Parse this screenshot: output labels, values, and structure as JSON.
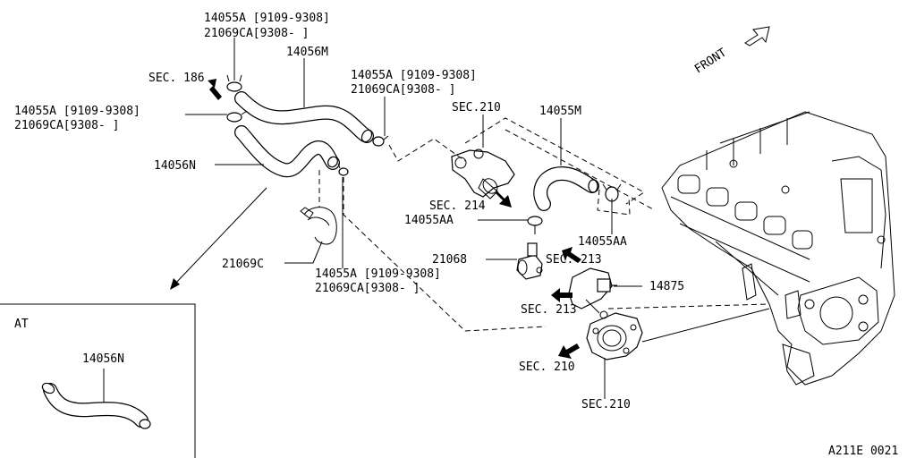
{
  "labels": {
    "front": "FRONT",
    "inset_tag": "AT",
    "diagram_code": "A211E 0021",
    "clamp_top_a": "14055A [9109-9308]",
    "clamp_top_b": "21069CA[9308-    ]",
    "hose_upper": "14056M",
    "sec_186": "SEC. 186",
    "clamp_left_a": "14055A [9109-9308]",
    "clamp_left_b": "21069CA[9308-    ]",
    "clamp_mid_a": "14055A [9109-9308]",
    "clamp_mid_b": "21069CA[9308-    ]",
    "sec_210_top": "SEC.210",
    "hose_right": "14055M",
    "hose_lower": "14056N",
    "sec_214": "SEC. 214",
    "clamp_aa_left": "14055AA",
    "clamp_aa_right": "14055AA",
    "clip": "21069C",
    "valve": "21068",
    "sec_213_top": "SEC. 213",
    "clamp_bottom_a": "14055A [9109-9308]",
    "clamp_bottom_b": "21069CA[9308-    ]",
    "outlet": "14875",
    "sec_213_bottom": "SEC. 213",
    "sec_210_left": "SEC. 210",
    "sec_210_bottom": "SEC.210",
    "inset_hose": "14056N"
  }
}
